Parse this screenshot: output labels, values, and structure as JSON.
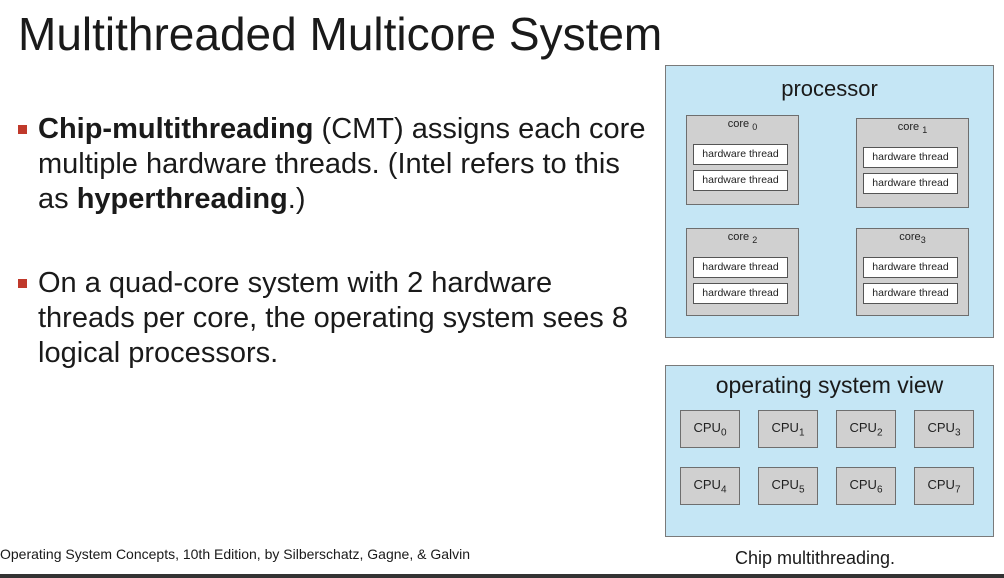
{
  "title": "Multithreaded Multicore System",
  "bullets": [
    {
      "bold1": "Chip-multithreading",
      "text1": " (CMT) assigns each core multiple hardware threads. (Intel refers to this as ",
      "bold2": "hyperthreading",
      "text2": ".)"
    },
    {
      "text": "On a quad-core system with 2 hardware threads per core, the operating system sees 8 logical processors."
    }
  ],
  "processor": {
    "label": "processor",
    "cores": [
      {
        "name": "core",
        "index": "0",
        "threads": [
          "hardware thread",
          "hardware thread"
        ]
      },
      {
        "name": "core",
        "index": "1",
        "threads": [
          "hardware thread",
          "hardware thread"
        ]
      },
      {
        "name": "core",
        "index": "2",
        "threads": [
          "hardware thread",
          "hardware thread"
        ]
      },
      {
        "name": "core",
        "index": "3",
        "threads": [
          "hardware thread",
          "hardware thread"
        ]
      }
    ]
  },
  "os_view": {
    "label": "operating system view",
    "cpus": [
      {
        "name": "CPU",
        "index": "0"
      },
      {
        "name": "CPU",
        "index": "1"
      },
      {
        "name": "CPU",
        "index": "2"
      },
      {
        "name": "CPU",
        "index": "3"
      },
      {
        "name": "CPU",
        "index": "4"
      },
      {
        "name": "CPU",
        "index": "5"
      },
      {
        "name": "CPU",
        "index": "6"
      },
      {
        "name": "CPU",
        "index": "7"
      }
    ]
  },
  "caption": "Chip multithreading.",
  "footer": "Operating System Concepts, 10th Edition, by Silberschatz, Gagne, & Galvin",
  "colors": {
    "panel": "#c5e6f5",
    "core": "#d0d0d0",
    "bullet": "#c0392b"
  }
}
